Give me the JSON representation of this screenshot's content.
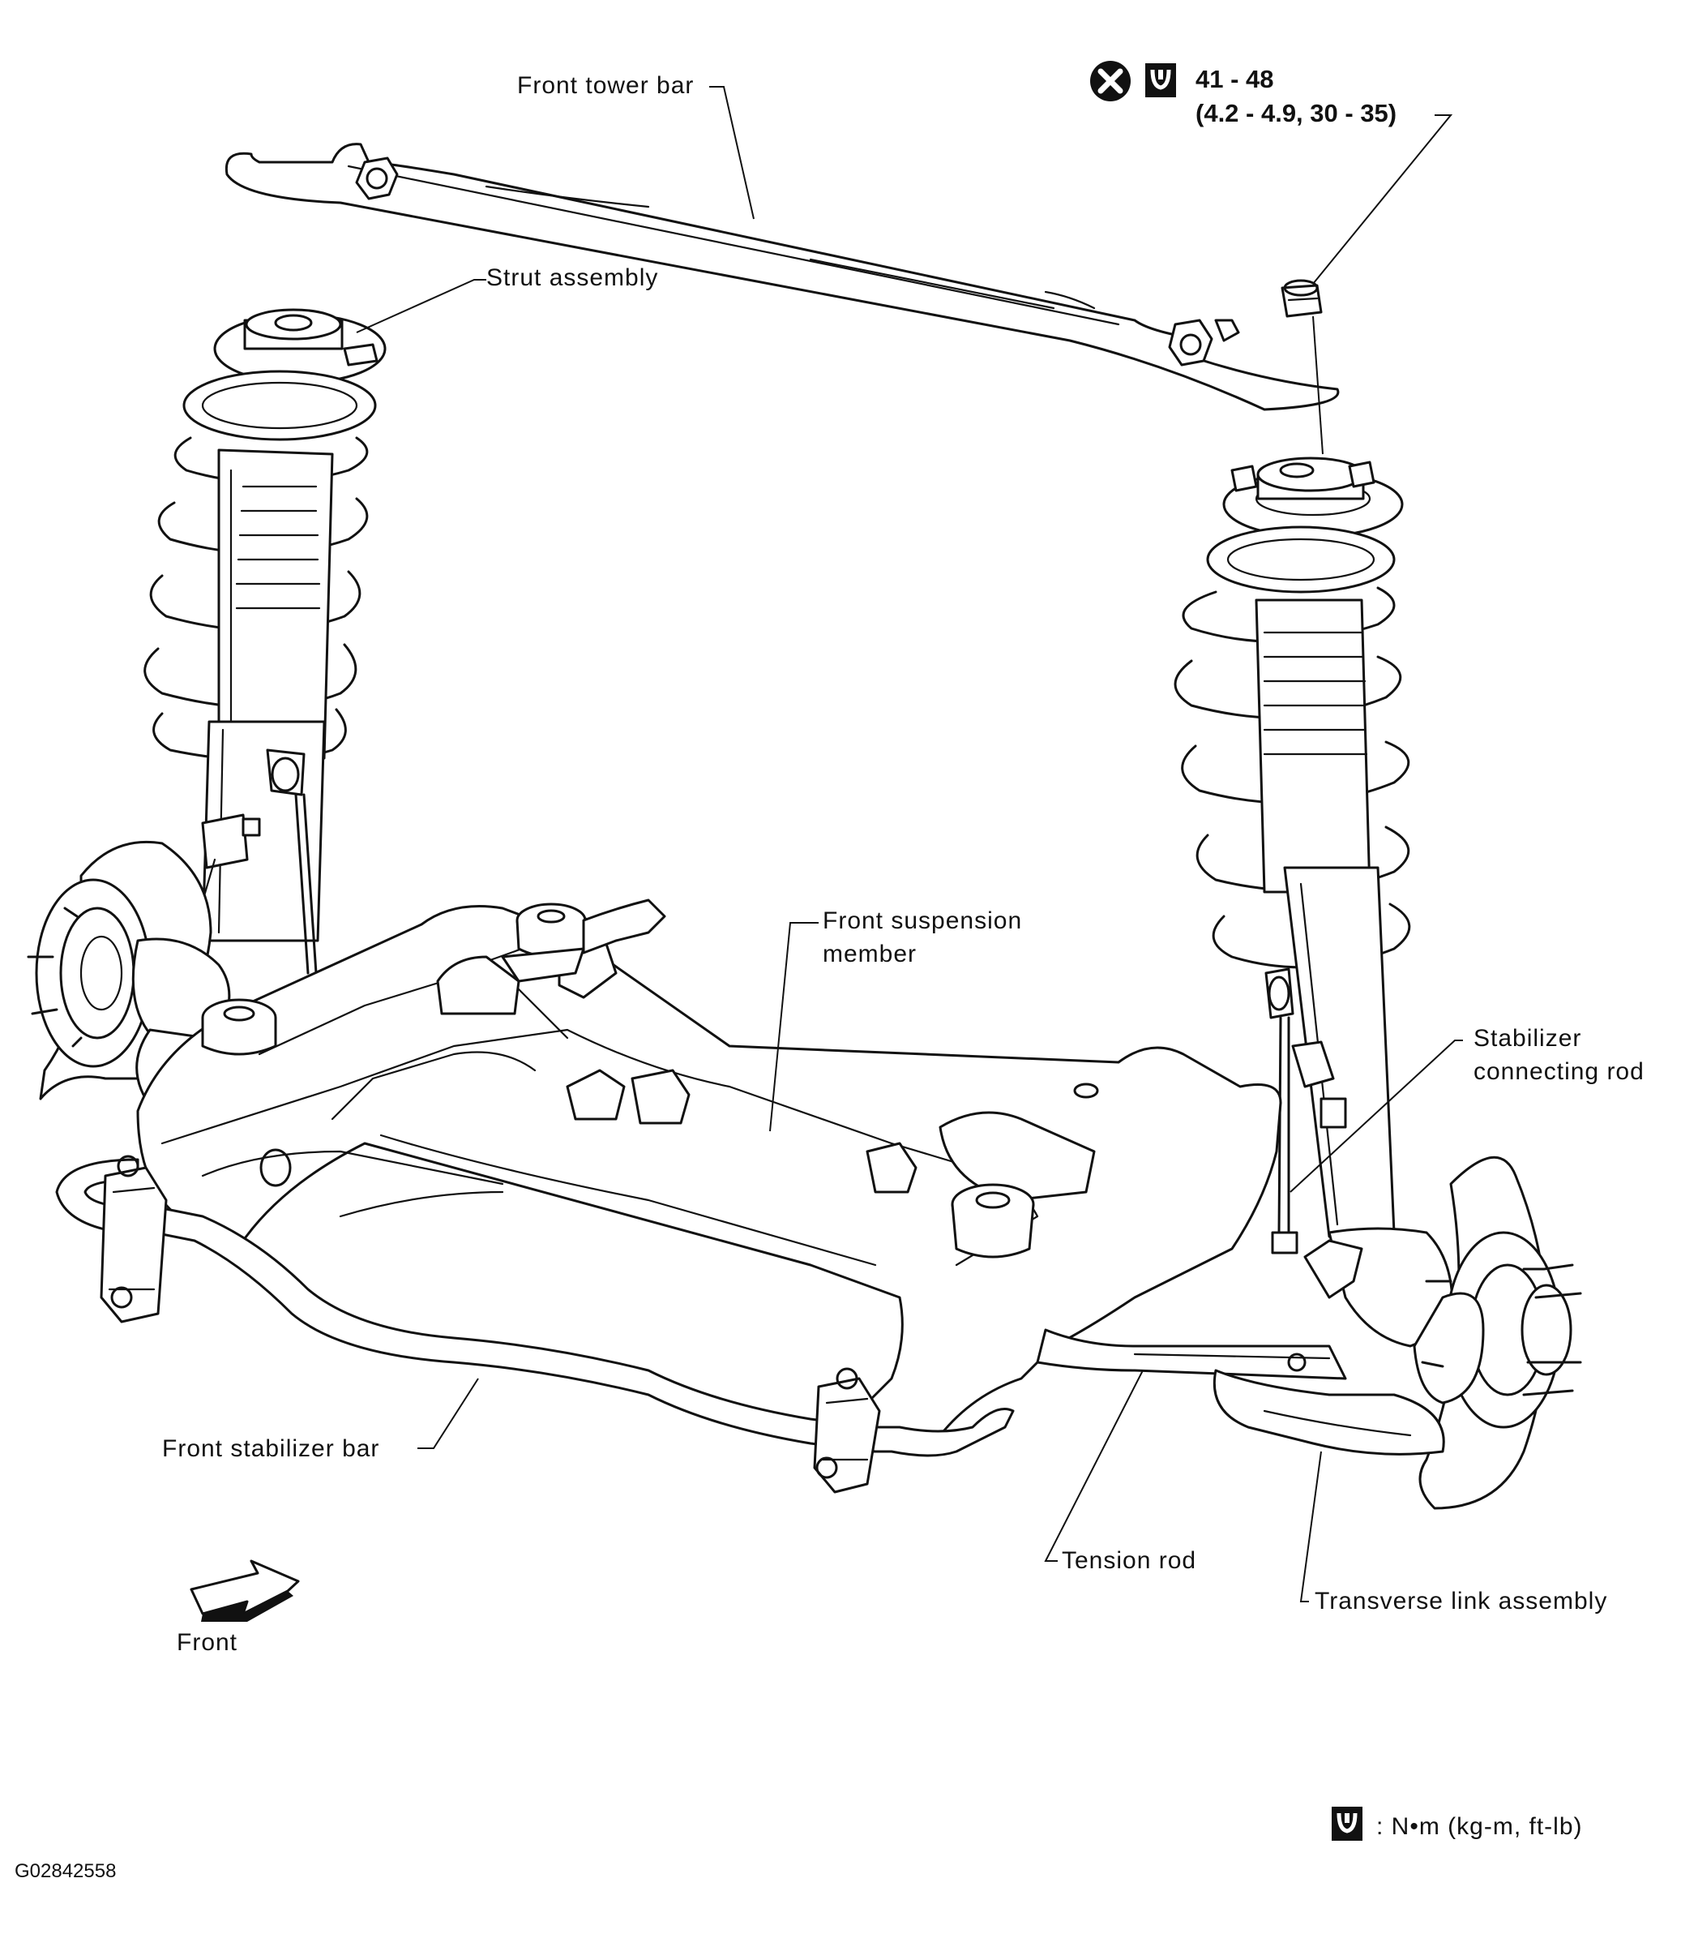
{
  "labels": {
    "front_tower_bar": "Front tower bar",
    "strut_assembly": "Strut assembly",
    "front_suspension_member_1": "Front suspension",
    "front_suspension_member_2": "member",
    "stabilizer_connecting_rod_1": "Stabilizer",
    "stabilizer_connecting_rod_2": "connecting rod",
    "front_stabilizer_bar": "Front stabilizer bar",
    "tension_rod": "Tension rod",
    "transverse_link_assembly": "Transverse link assembly",
    "front": "Front"
  },
  "torque_spec": {
    "line1": "41 - 48",
    "line2": "(4.2 - 4.9, 30 - 35)"
  },
  "legend": {
    "text": ": N•m (kg-m, ft-lb)"
  },
  "figure_code": "G02842558",
  "icons": {
    "do_not_reuse": "x-circle-icon",
    "torque_wrench": "torque-wrench-icon"
  }
}
